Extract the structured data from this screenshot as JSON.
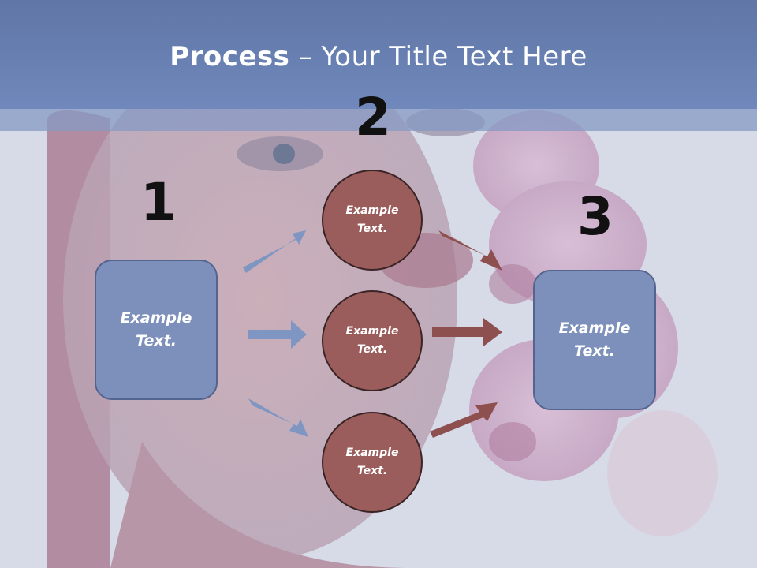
{
  "title": {
    "strong": "Process",
    "rest": " – Your Title Text Here"
  },
  "steps": [
    {
      "number": "1"
    },
    {
      "number": "2"
    },
    {
      "number": "3"
    }
  ],
  "boxes": {
    "left": "Example Text.",
    "right": "Example Text."
  },
  "circles": [
    {
      "label": "Example Text."
    },
    {
      "label": "Example Text."
    },
    {
      "label": "Example Text."
    }
  ],
  "colors": {
    "title_bar": "#6a82b5",
    "box_fill": "#7d90bb",
    "circle_fill": "#9a5d5c",
    "blue_arrow": "#7f95c2",
    "red_arrow": "#8e4f4f"
  }
}
